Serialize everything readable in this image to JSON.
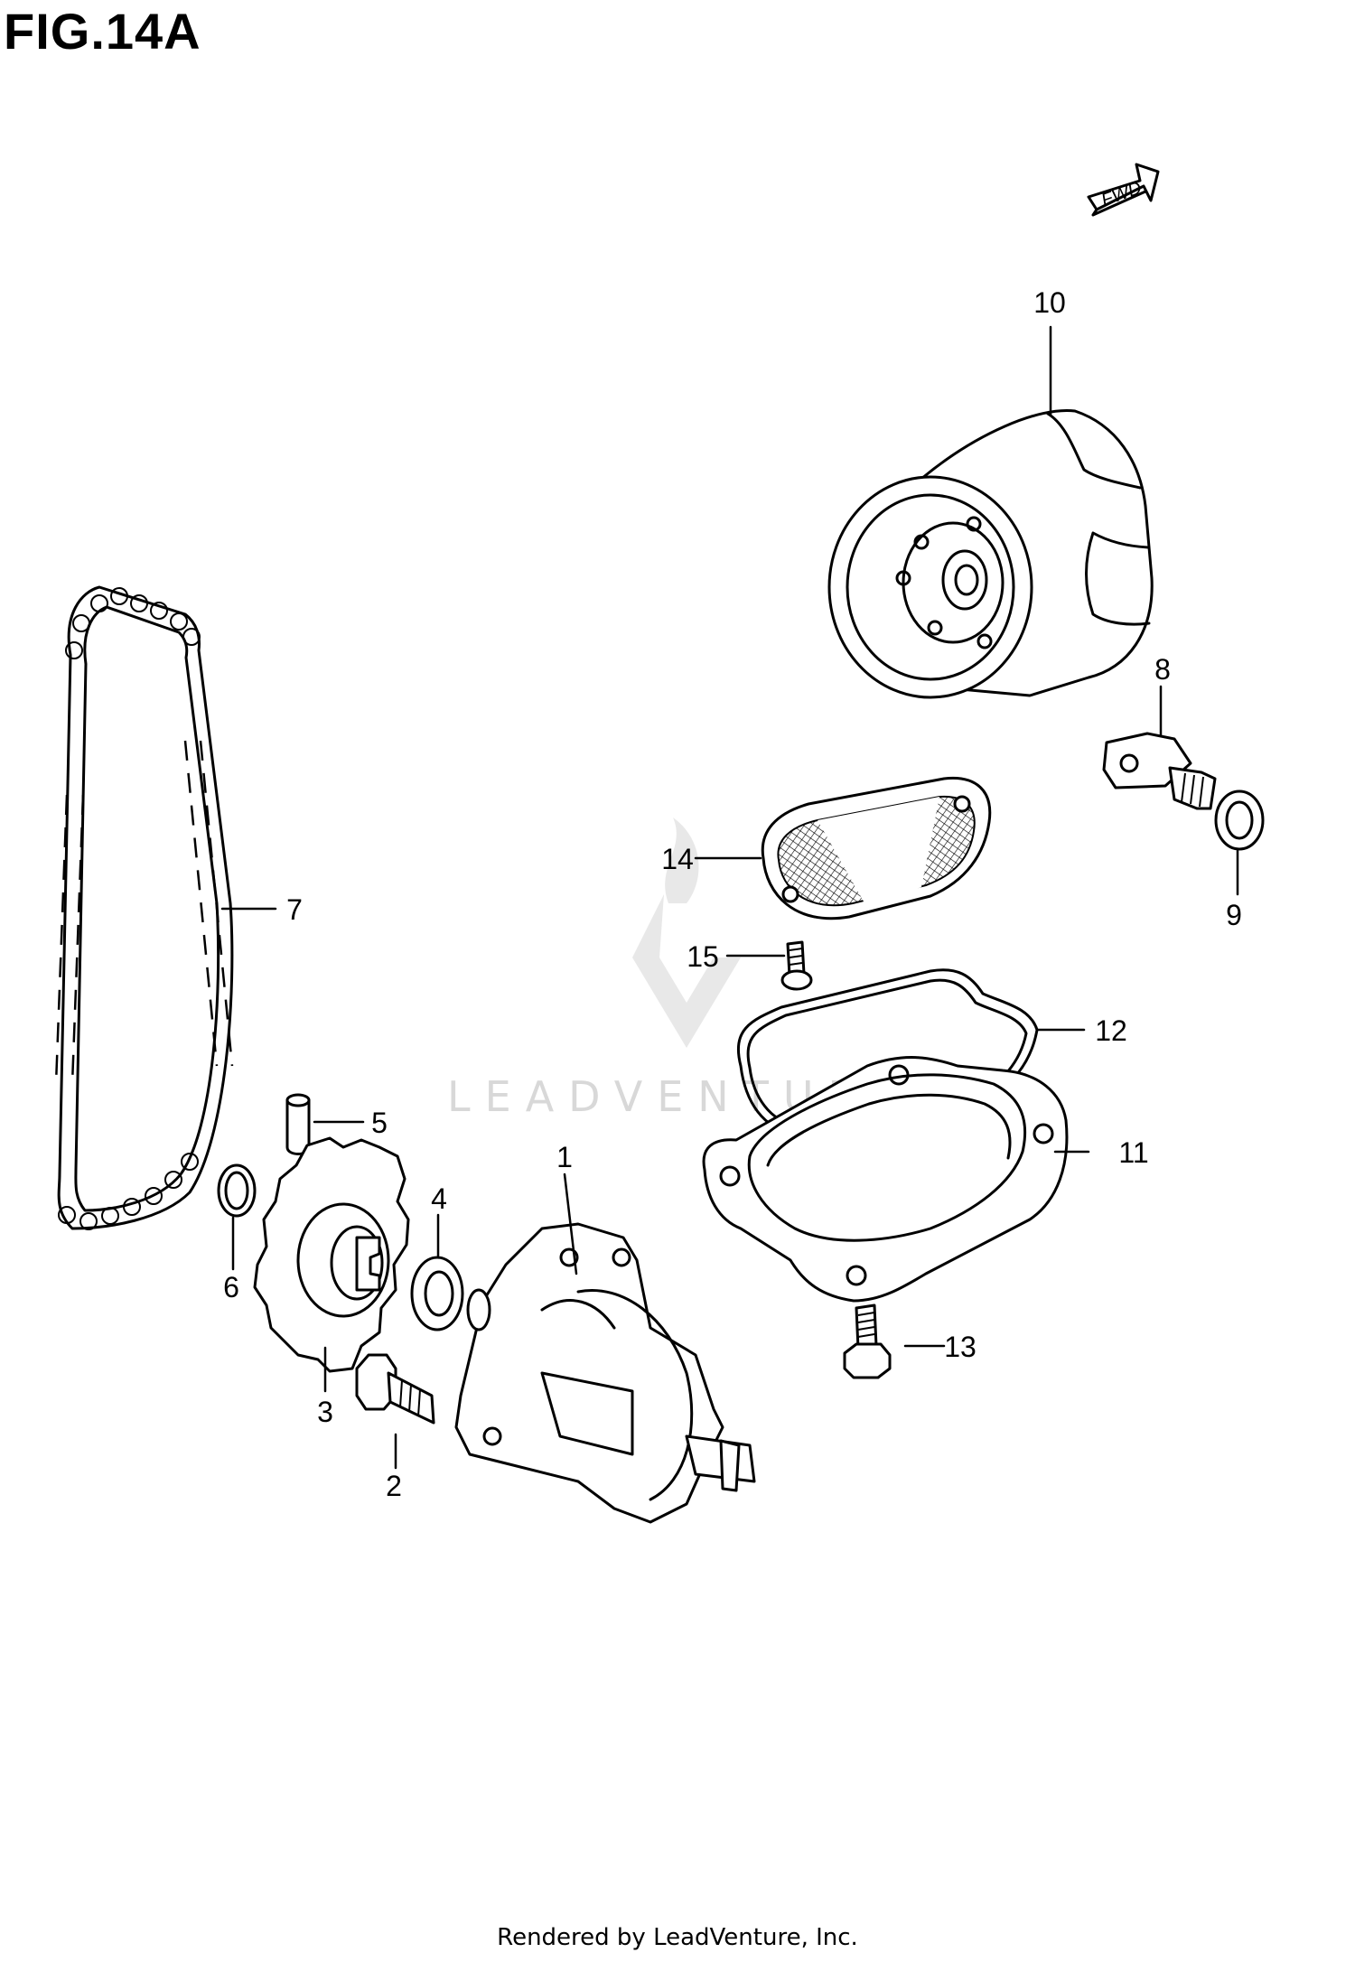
{
  "figure": {
    "title": "FIG.14A"
  },
  "fwd_badge": "FWD",
  "watermark": "LEADVENTURE",
  "callouts": [
    {
      "id": "c1",
      "text": "1"
    },
    {
      "id": "c2",
      "text": "2"
    },
    {
      "id": "c3",
      "text": "3"
    },
    {
      "id": "c4",
      "text": "4"
    },
    {
      "id": "c5",
      "text": "5"
    },
    {
      "id": "c6",
      "text": "6"
    },
    {
      "id": "c7",
      "text": "7"
    },
    {
      "id": "c8",
      "text": "8"
    },
    {
      "id": "c9",
      "text": "9"
    },
    {
      "id": "c10",
      "text": "10"
    },
    {
      "id": "c11",
      "text": "11"
    },
    {
      "id": "c12",
      "text": "12"
    },
    {
      "id": "c13",
      "text": "13"
    },
    {
      "id": "c14",
      "text": "14"
    },
    {
      "id": "c15",
      "text": "15"
    }
  ],
  "footer": "Rendered by LeadVenture, Inc."
}
